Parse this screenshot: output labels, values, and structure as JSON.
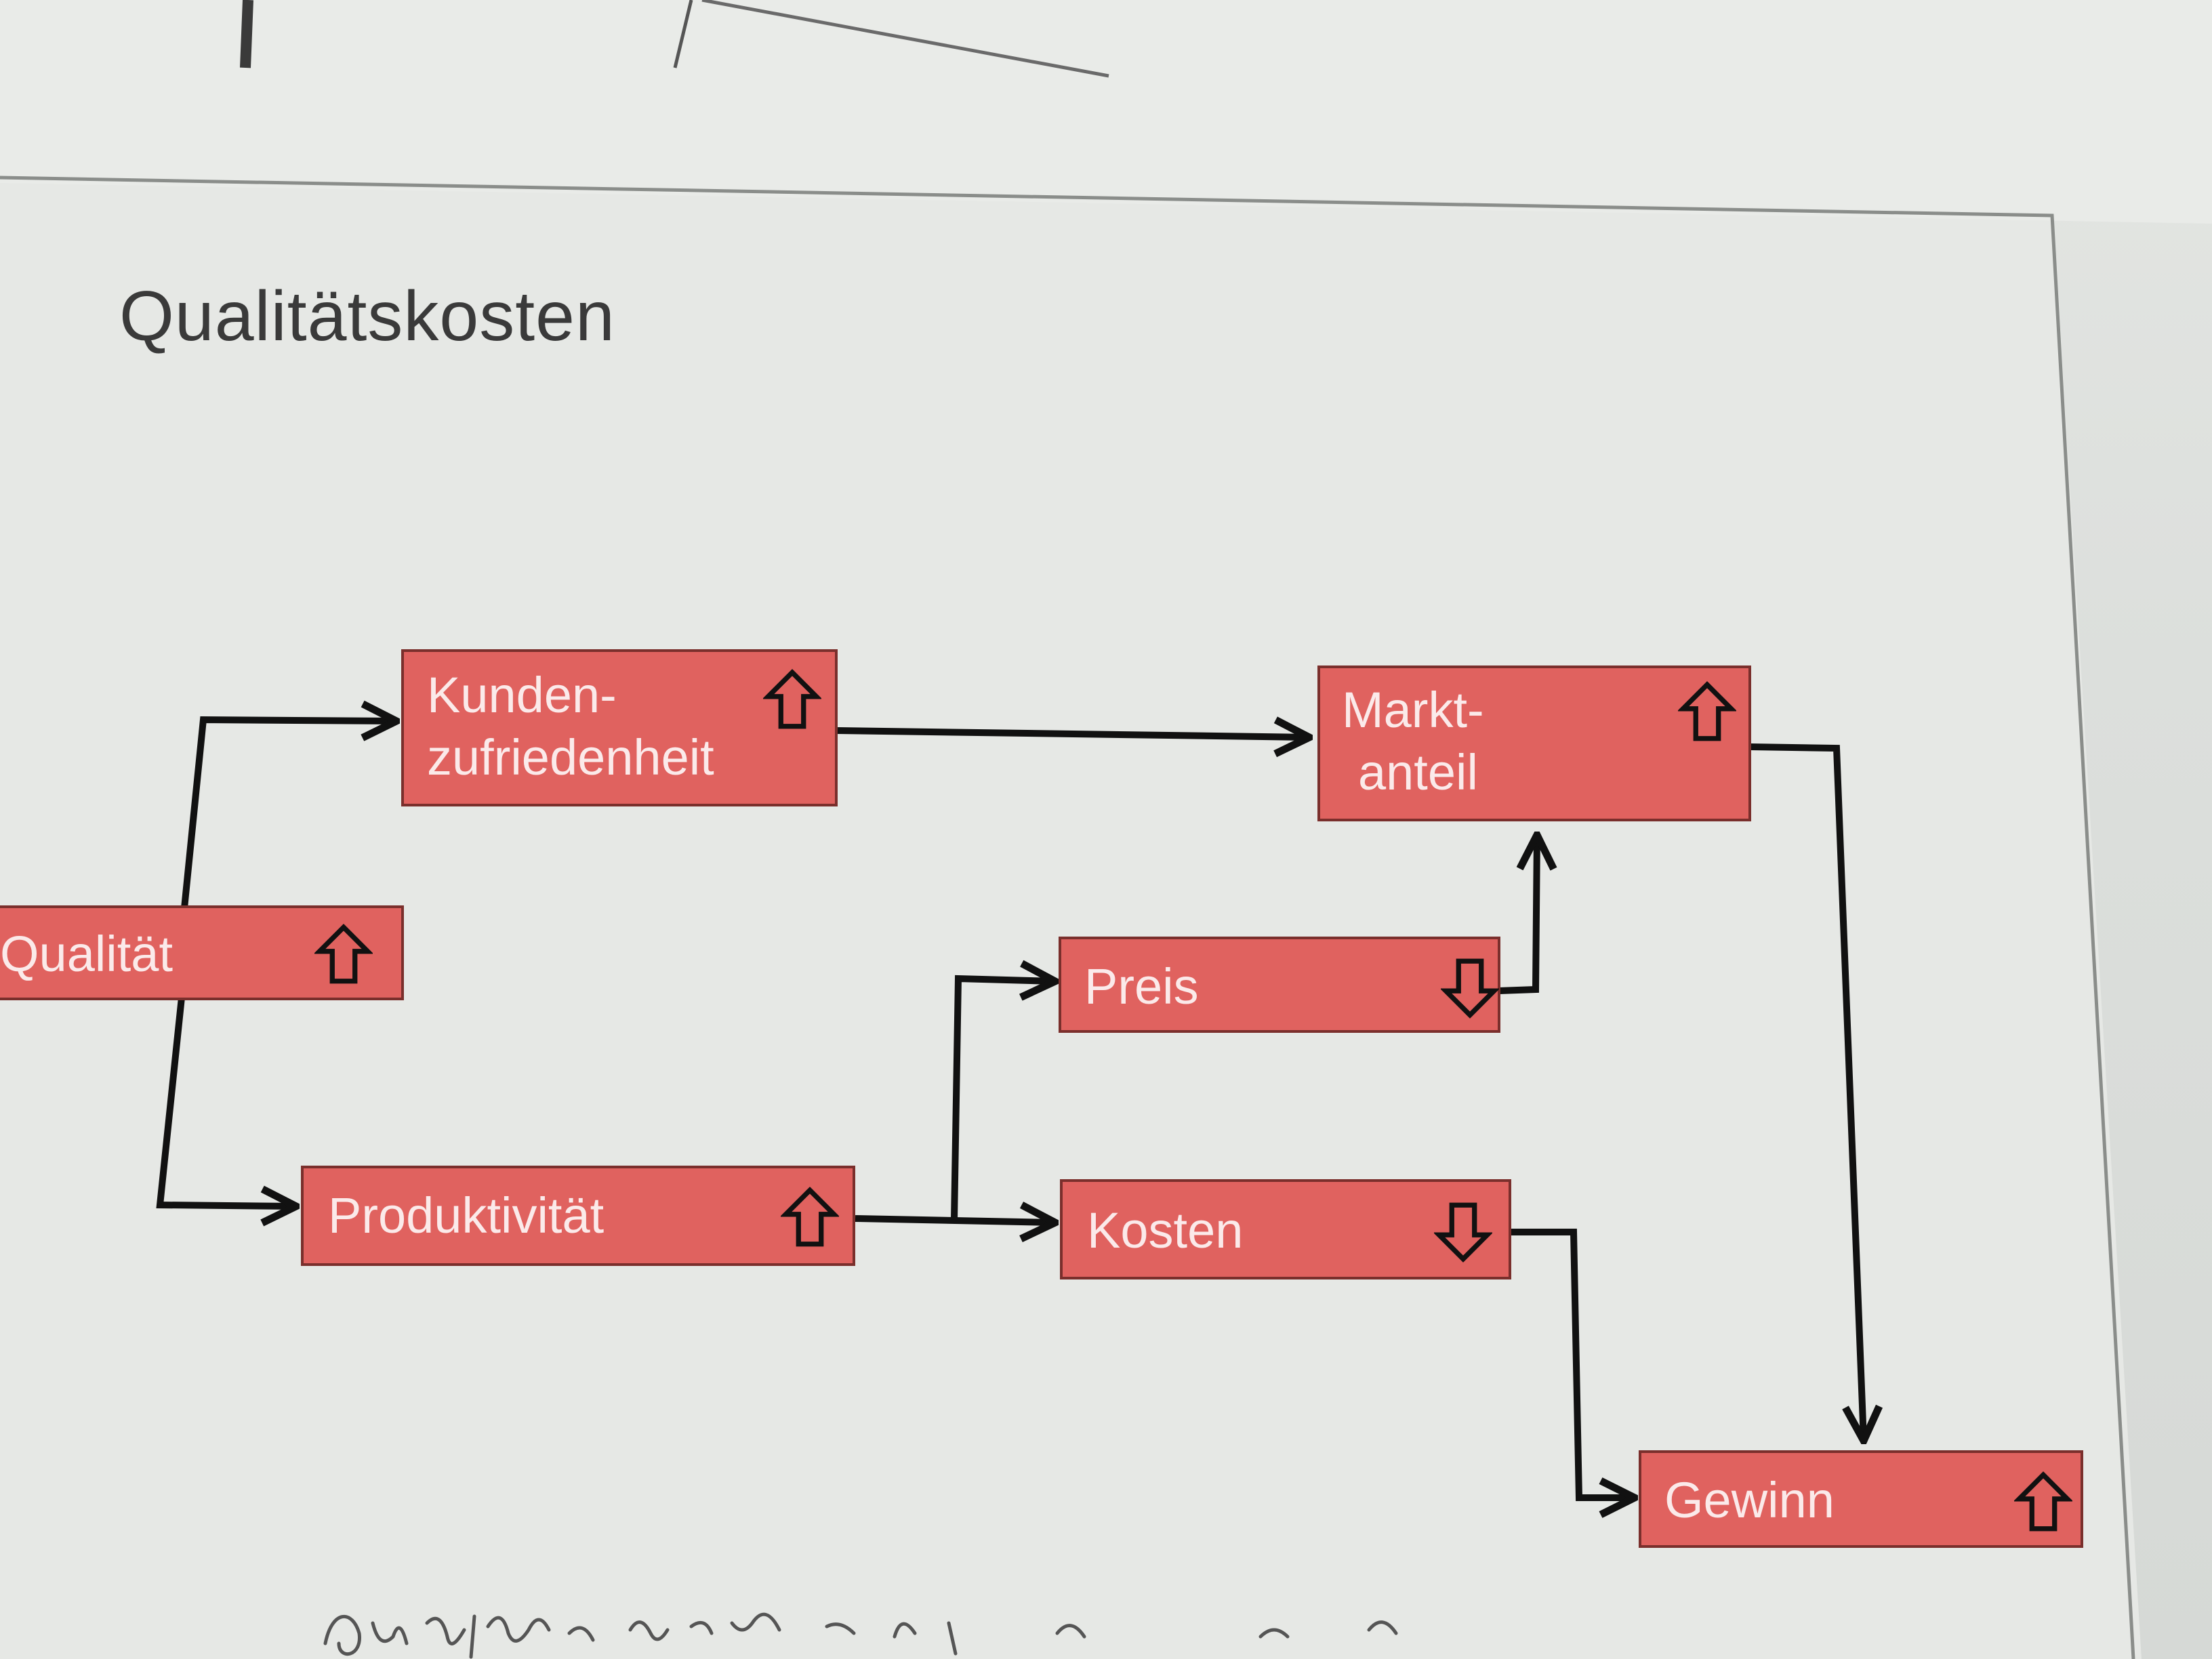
{
  "title": "Qualitätskosten",
  "nodes": {
    "kunden": {
      "line1": "Kunden-",
      "line2": "zufriedenheit",
      "trend": "up"
    },
    "markt": {
      "line1": "Markt-",
      "line2": "anteil",
      "trend": "up"
    },
    "qualitaet": {
      "label": "Qualität",
      "trend": "up"
    },
    "preis": {
      "label": "Preis",
      "trend": "down"
    },
    "produktivitaet": {
      "label": "Produktivität",
      "trend": "up"
    },
    "kosten": {
      "label": "Kosten",
      "trend": "down"
    },
    "gewinn": {
      "label": "Gewinn",
      "trend": "up"
    }
  },
  "colors": {
    "box_fill": "#e0625f",
    "box_border": "#7a2f2c",
    "box_text": "#fbeaea",
    "connector": "#111111"
  }
}
